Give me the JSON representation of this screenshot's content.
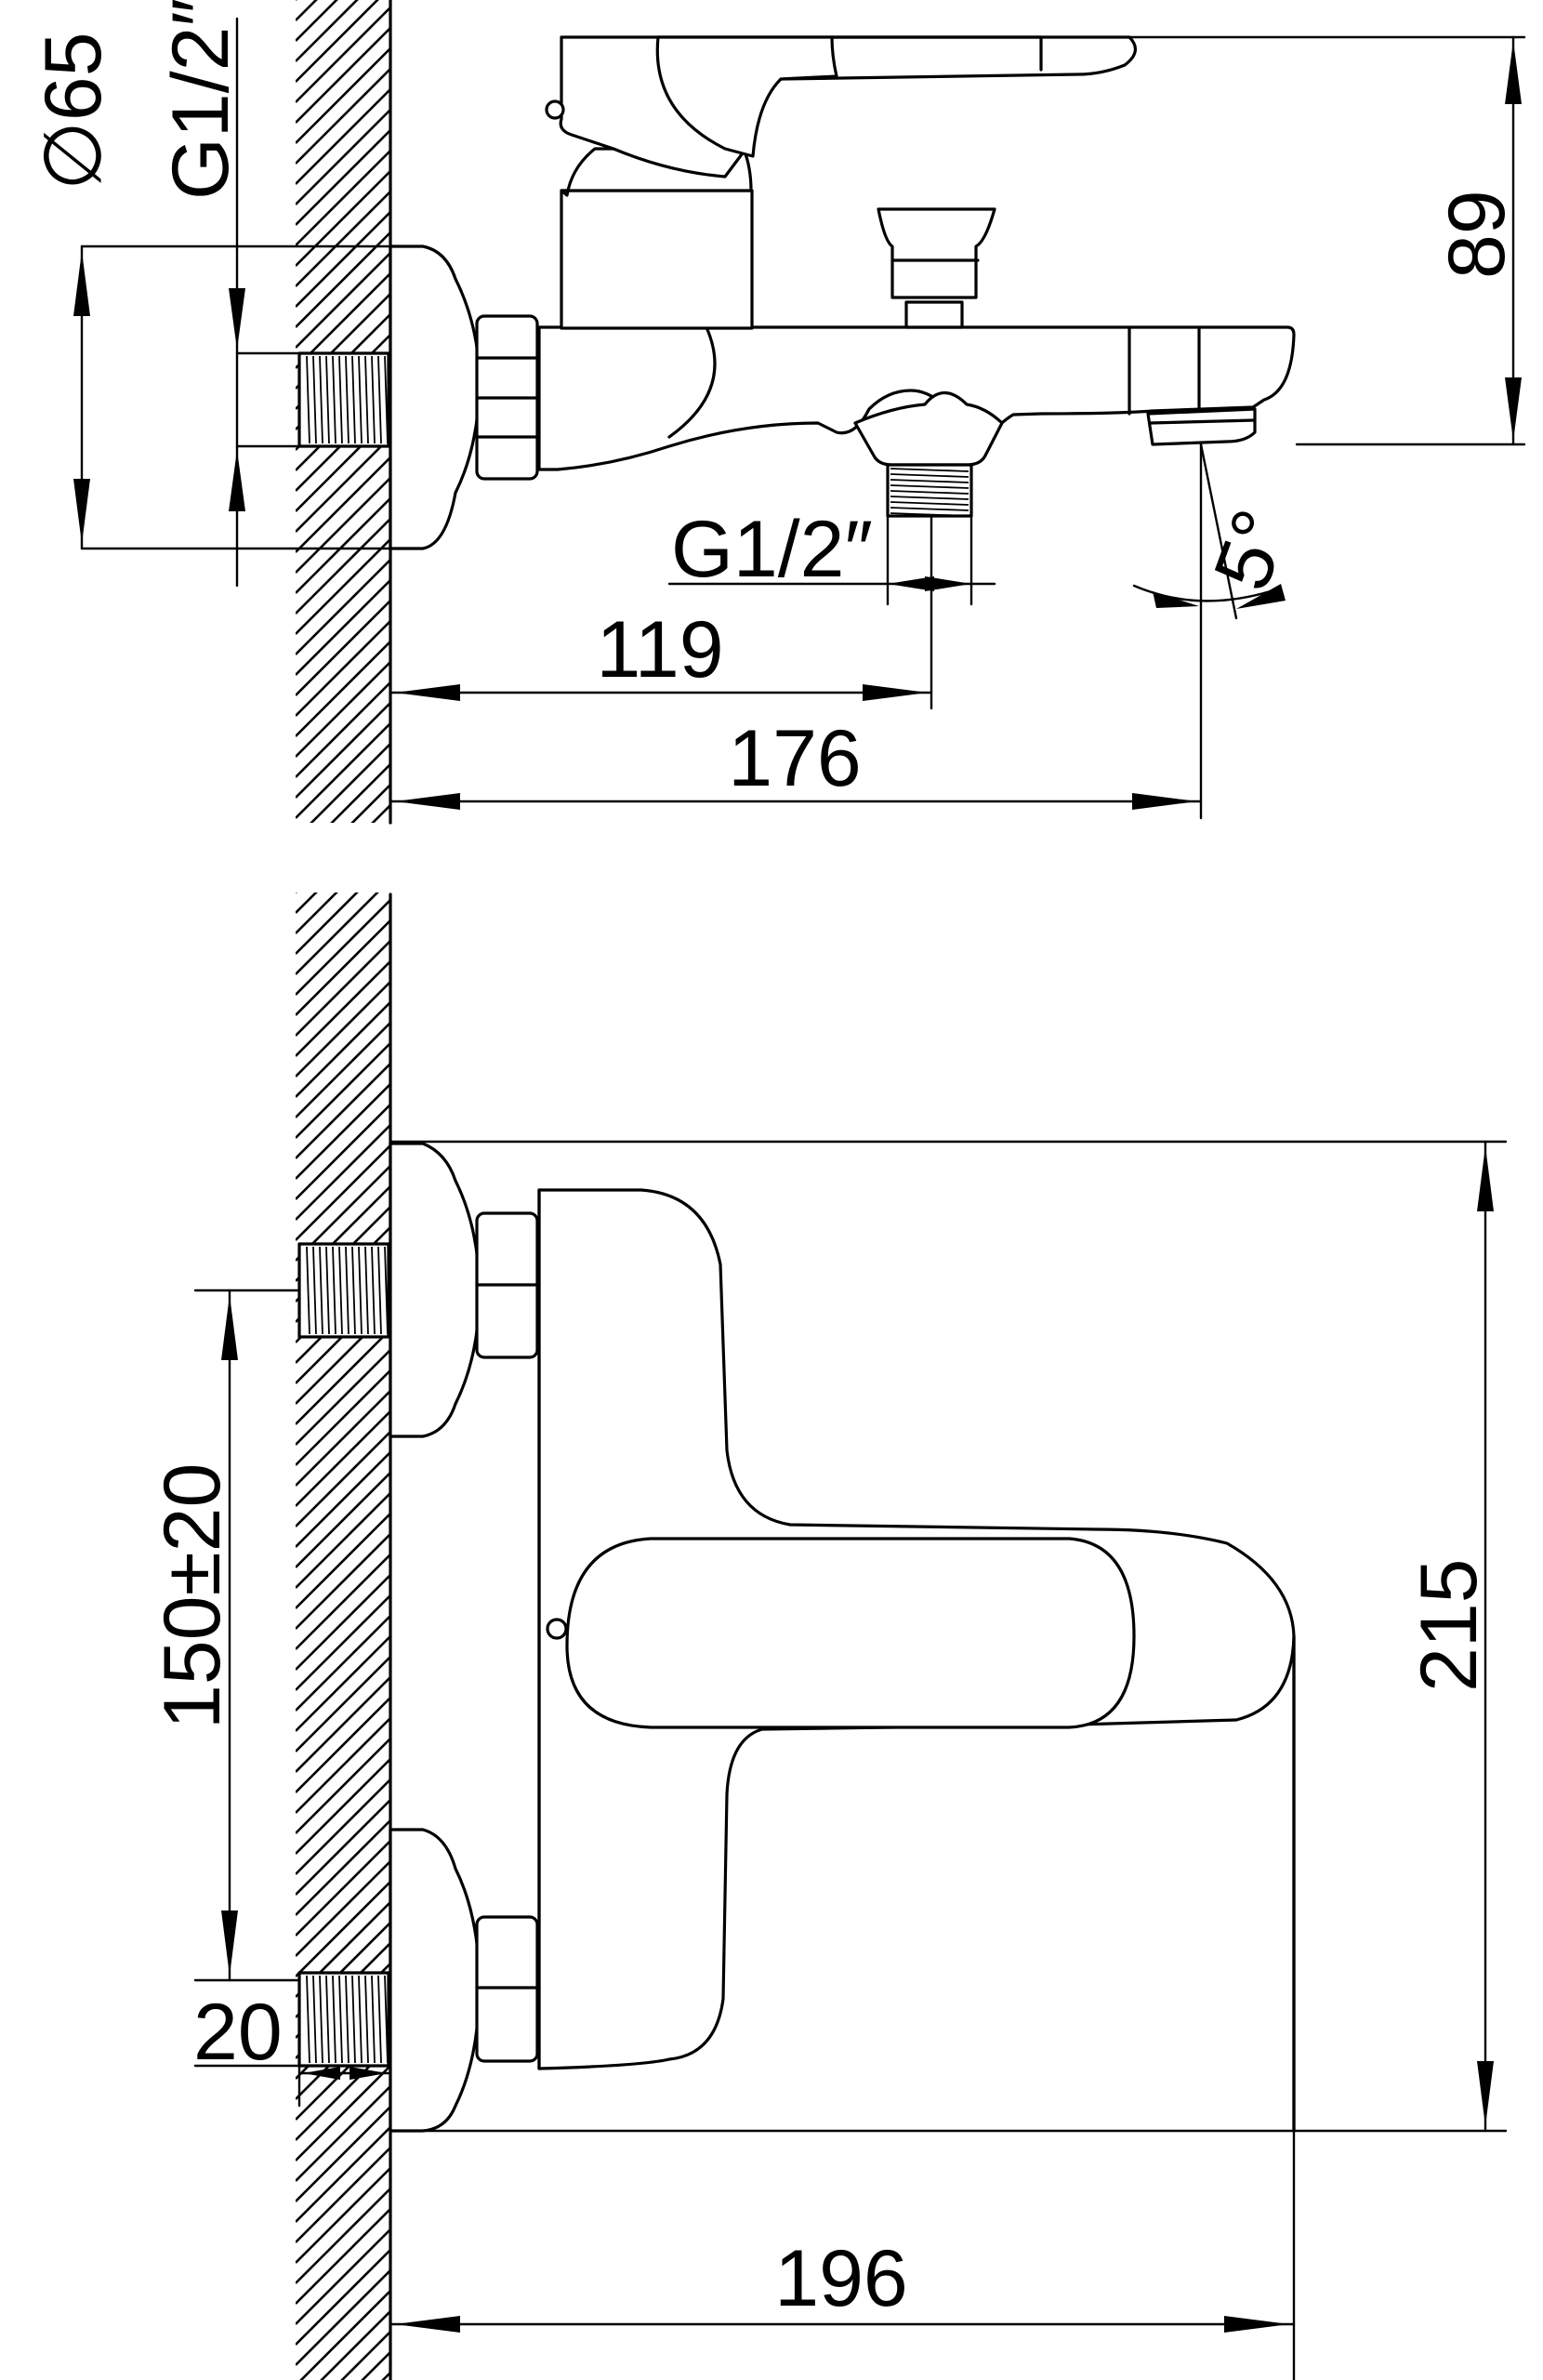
{
  "side_view": {
    "diameter_label": "∅65",
    "inlet_thread_label": "G1/2″",
    "height_label": "89",
    "outlet_thread_label": "G1/2″",
    "angle_label": "5°",
    "depth_to_outlet_label": "119",
    "total_depth_label": "176"
  },
  "front_view": {
    "height_label": "215",
    "spacing_label": "150±20",
    "thread_length_label": "20",
    "width_label": "196"
  }
}
